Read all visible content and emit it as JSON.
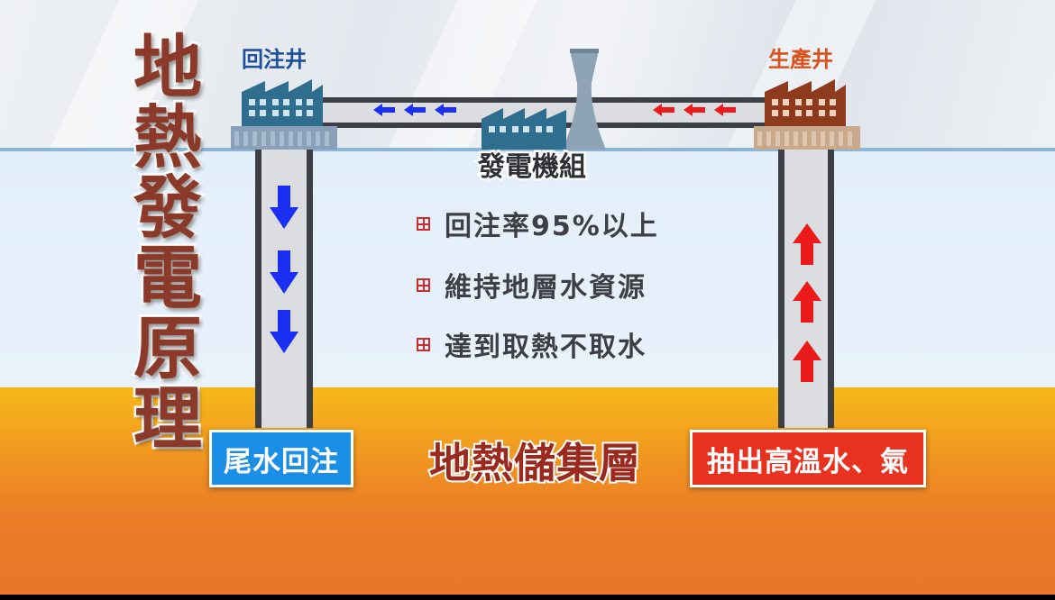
{
  "title_chars": [
    "地",
    "熱",
    "發",
    "電",
    "原",
    "理"
  ],
  "injection_well": {
    "label": "回注井",
    "color": "#1e4f9a"
  },
  "production_well": {
    "label": "生產井",
    "color": "#d9531e"
  },
  "generator": {
    "label": "發電機組"
  },
  "bullets": [
    "回注率95%以上",
    "維持地層水資源",
    "達到取熱不取水"
  ],
  "tailwater_box": {
    "label": "尾水回注",
    "color": "#1b8fe6"
  },
  "extract_box": {
    "label": "抽出高溫水、氣",
    "color": "#e8311f"
  },
  "reservoir": {
    "label": "地熱儲集層"
  },
  "colors": {
    "blue_arrow": "#1a2ff2",
    "red_arrow": "#ec1b1b",
    "factory_blue": "#2f6e8e",
    "factory_brown": "#8e3a1c"
  }
}
